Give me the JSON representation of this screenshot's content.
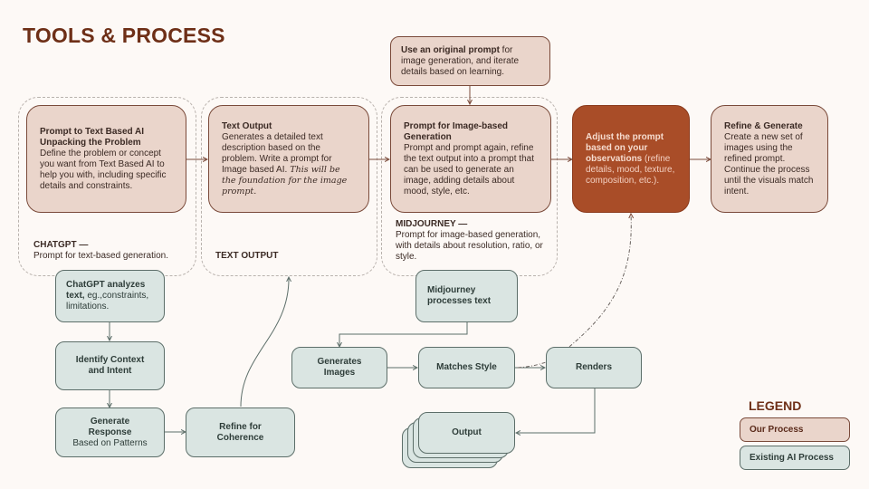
{
  "title": "TOOLS & PROCESS",
  "colors": {
    "our_process_fill": "#ead5cb",
    "accent_fill": "#a94d28",
    "ai_process_fill": "#dae5e2",
    "title_color": "#6e2f17"
  },
  "top_note": {
    "bold": "Use an original prompt",
    "rest": " for image generation, and iterate details based on learning."
  },
  "our_process": [
    {
      "title_lines": [
        "Prompt to Text Based AI",
        "Unpacking the Problem"
      ],
      "body": "Define the problem or concept you want from Text Based AI to help you with, including specific details and constraints."
    },
    {
      "title": "Text Output",
      "body": "Generates a detailed text description based on the problem. Write a prompt for Image based AI.",
      "italic": " This will be the foundation for the image prompt."
    },
    {
      "title": "Prompt for Image-based Generation",
      "body": "Prompt and prompt again, refine the text output into a prompt that can be used to generate an image, adding details about mood, style, etc."
    },
    {
      "bold": "Adjust the prompt based on your observations",
      "rest": " (refine details, mood, texture, composition, etc.)."
    },
    {
      "title": "Refine & Generate",
      "body": "Create a new set of images using the refined prompt. Continue the process until the visuals match intent."
    }
  ],
  "group_labels": {
    "chatgpt": {
      "heading": "CHATGPT —",
      "text": "Prompt for text-based generation."
    },
    "text_output": {
      "heading": "TEXT OUTPUT"
    },
    "midjourney": {
      "heading": "MIDJOURNEY —",
      "text": "Prompt for image-based generation, with details about resolution, ratio, or style."
    }
  },
  "ai_process": {
    "chatgpt_analyzes": {
      "bold": "ChatGPT analyzes text,",
      "rest": " eg.,constraints, limitations."
    },
    "identify_context": "Identify Context and Intent",
    "generate_response": {
      "title": "Generate Response",
      "sub": "Based on Patterns"
    },
    "refine_coherence": "Refine for Coherence",
    "midjourney_processes": "Midjourney processes text",
    "generates_images": "Generates Images",
    "matches_style": "Matches Style",
    "renders": "Renders",
    "output": "Output"
  },
  "legend": {
    "title": "LEGEND",
    "items": [
      {
        "label": "Our Process",
        "kind": "ours"
      },
      {
        "label": "Existing AI Process",
        "kind": "ai"
      }
    ]
  }
}
